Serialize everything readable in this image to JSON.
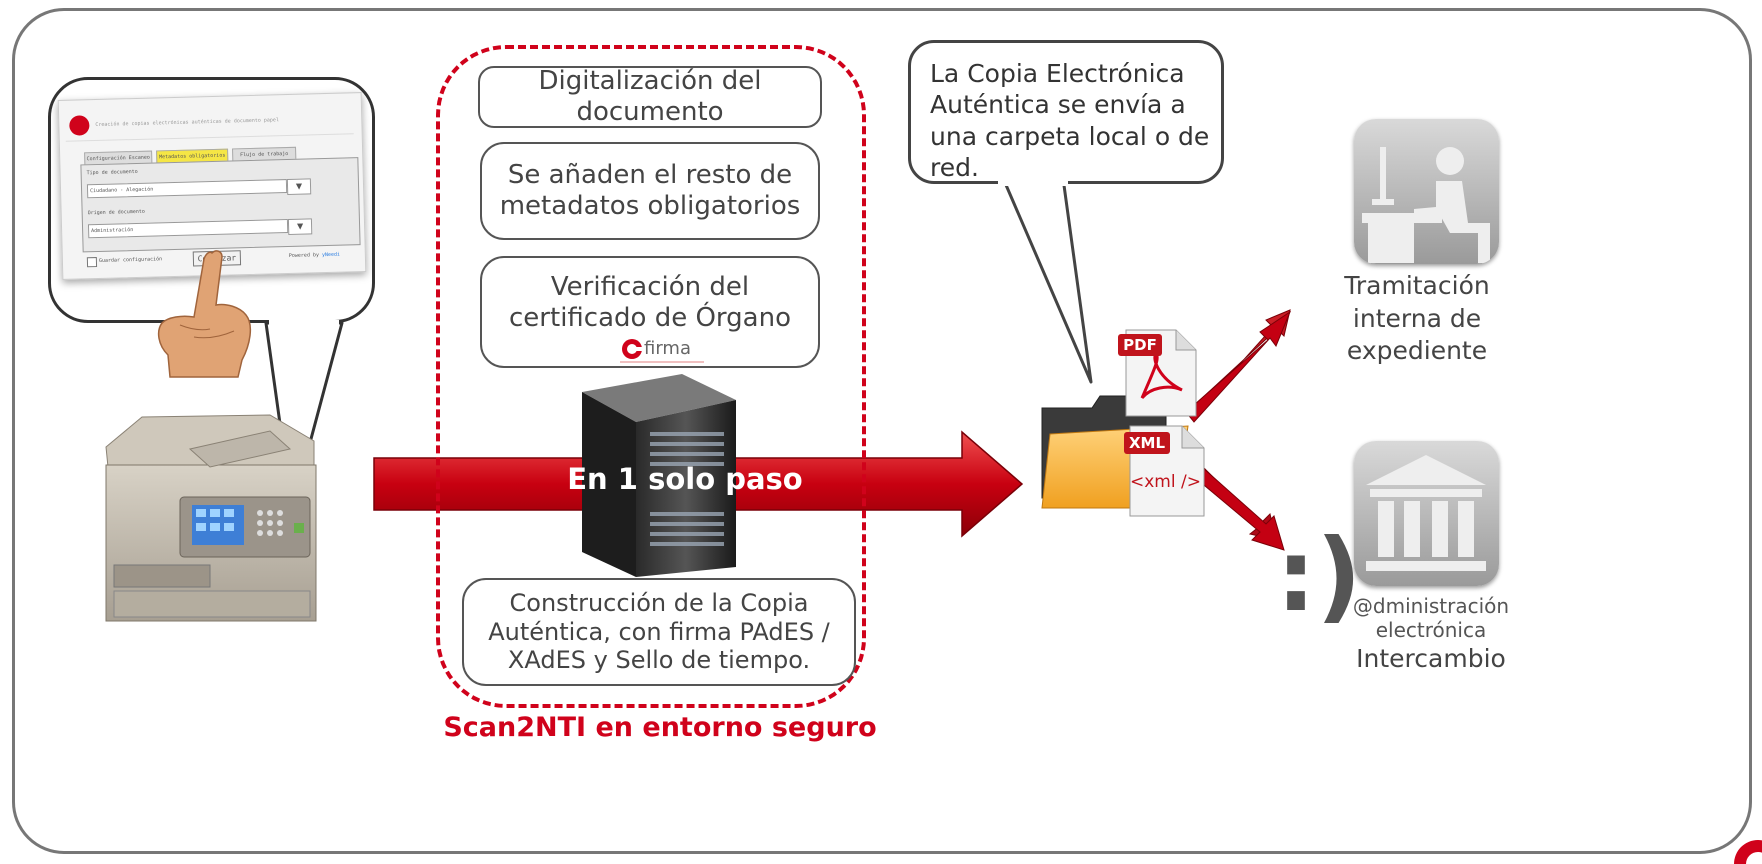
{
  "left_ui": {
    "header": "Creación de copias electrónicas auténticas de documento papel",
    "tabs": [
      "Configuración Escaneo",
      "Metadatos obligatorios",
      "Flujo de trabajo"
    ],
    "field1_label": "Tipo de documento",
    "field1_value": "Ciudadano - Alegación",
    "field2_label": "Origen de documento",
    "field2_value": "Administración",
    "checkbox_label": "Guardar configuración",
    "start_button": "Comenzar",
    "powered_prefix": "Powered by",
    "powered_brand": "yNeedi"
  },
  "process": {
    "step1": "Digitalización del documento",
    "step2": "Se añaden el resto de metadatos obligatorios",
    "step3": "Verificación del certificado de Órgano",
    "afirma_logo": "firma",
    "step4": "Construcción de la Copia Auténtica, con firma PAdES / XAdES y Sello de tiempo.",
    "arrow_label": "En 1 solo paso",
    "secure_caption": "Scan2NTI en entorno seguro"
  },
  "right": {
    "callout": "La Copia Electrónica Auténtica se envía a una carpeta local o de red.",
    "pdf_badge": "PDF",
    "xml_badge": "XML",
    "xml_code": "<xml />",
    "tramitacion": "Tramitación interna de expediente",
    "admin_logo_line1": "@dministración",
    "admin_logo_line2": "electrónica",
    "intercambio": "Intercambio",
    "smiley": ":)"
  },
  "colors": {
    "accent_red": "#d0021b",
    "frame": "#777777"
  }
}
